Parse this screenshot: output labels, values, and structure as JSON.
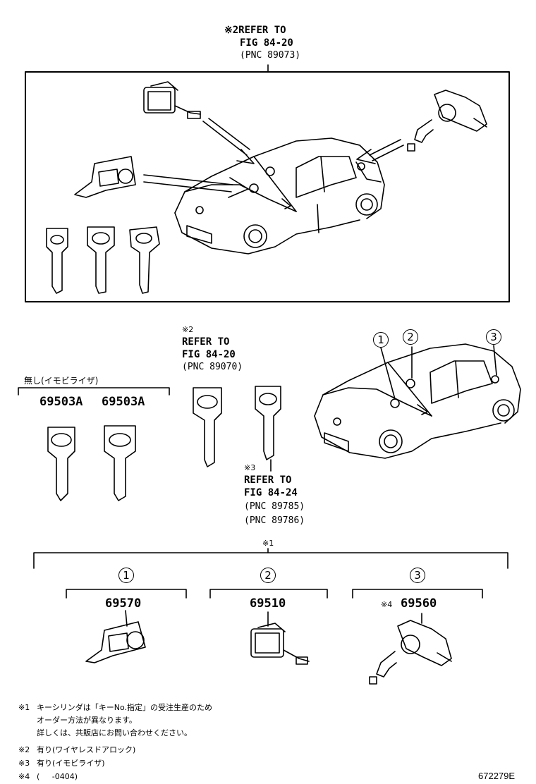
{
  "top_ref": {
    "line1": "※2REFER TO",
    "line2": "FIG 84-20",
    "line3": "(PNC 89073)"
  },
  "mid_ref_a": {
    "mark": "※2",
    "line1": "REFER TO",
    "line2": "FIG 84-20",
    "line3": "(PNC 89070)"
  },
  "mid_ref_b": {
    "mark": "※3",
    "line1": "REFER TO",
    "line2": "FIG 84-24",
    "line3": "(PNC 89785)",
    "line4": "(PNC 89786)"
  },
  "immobilizer_group": {
    "label": "無し(イモビライザ)",
    "part1": "69503A",
    "part2": "69503A"
  },
  "car_callouts": [
    "1",
    "2",
    "3"
  ],
  "bottom_group": {
    "mark": "※1",
    "items": [
      {
        "num": "1",
        "part": "69570",
        "prefix": ""
      },
      {
        "num": "2",
        "part": "69510",
        "prefix": ""
      },
      {
        "num": "3",
        "part": "69560",
        "prefix": "※4"
      }
    ]
  },
  "notes": [
    {
      "mark": "※1",
      "text": "キーシリンダは「キーNo.指定」の受注生産のため"
    },
    {
      "mark": "",
      "text": "オーダー方法が異なります。"
    },
    {
      "mark": "",
      "text": "詳しくは、共販店にお問い合わせください。"
    },
    {
      "mark": "※2",
      "text": "有り(ワイヤレスドアロック)"
    },
    {
      "mark": "※3",
      "text": "有り(イモビライザ)"
    },
    {
      "mark": "※4",
      "text": "(     -0404)"
    }
  ],
  "figure_id": "672279E"
}
